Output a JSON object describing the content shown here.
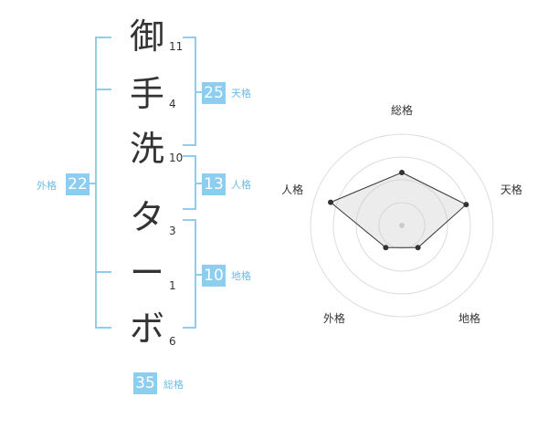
{
  "name": {
    "chars": [
      {
        "char": "御",
        "strokes": "11"
      },
      {
        "char": "手",
        "strokes": "4"
      },
      {
        "char": "洗",
        "strokes": "10"
      },
      {
        "char": "タ",
        "strokes": "3"
      },
      {
        "char": "ー",
        "strokes": "1"
      },
      {
        "char": "ボ",
        "strokes": "6"
      }
    ]
  },
  "kaku": {
    "ten": {
      "label": "天格",
      "value": "25"
    },
    "jin": {
      "label": "人格",
      "value": "13"
    },
    "chi": {
      "label": "地格",
      "value": "10"
    },
    "gai": {
      "label": "外格",
      "value": "22"
    },
    "sou": {
      "label": "総格",
      "value": "35"
    }
  },
  "colors": {
    "accent": "#8dcdf0",
    "accent_text": "#6cbde8"
  },
  "chart_data": {
    "type": "radar",
    "axes": [
      "総格",
      "天格",
      "地格",
      "外格",
      "人格"
    ],
    "values": [
      0.58,
      0.74,
      0.3,
      0.3,
      0.82
    ],
    "rings": 4
  }
}
